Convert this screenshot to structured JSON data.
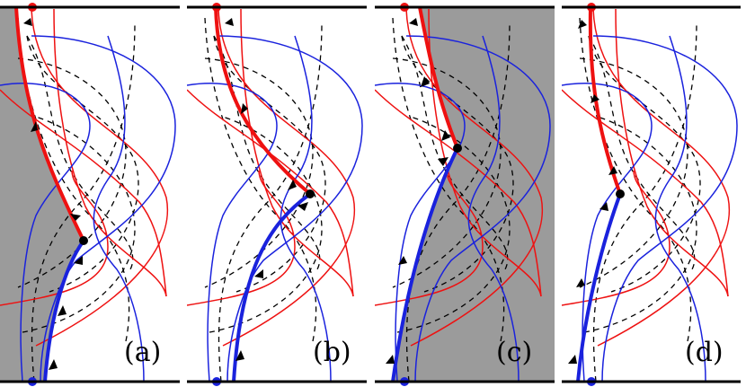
{
  "panels": [
    {
      "id": "a",
      "label": "(a)",
      "shaded_region": "left-of-path"
    },
    {
      "id": "b",
      "label": "(b)",
      "shaded_region": "none"
    },
    {
      "id": "c",
      "label": "(c)",
      "shaded_region": "right-of-path"
    },
    {
      "id": "d",
      "label": "(d)",
      "shaded_region": "none"
    }
  ],
  "colors": {
    "red": "#ee1111",
    "blue": "#1a22dd",
    "shade": "#9b9b9b",
    "dashed": "#000000",
    "boundary": "#000000"
  }
}
